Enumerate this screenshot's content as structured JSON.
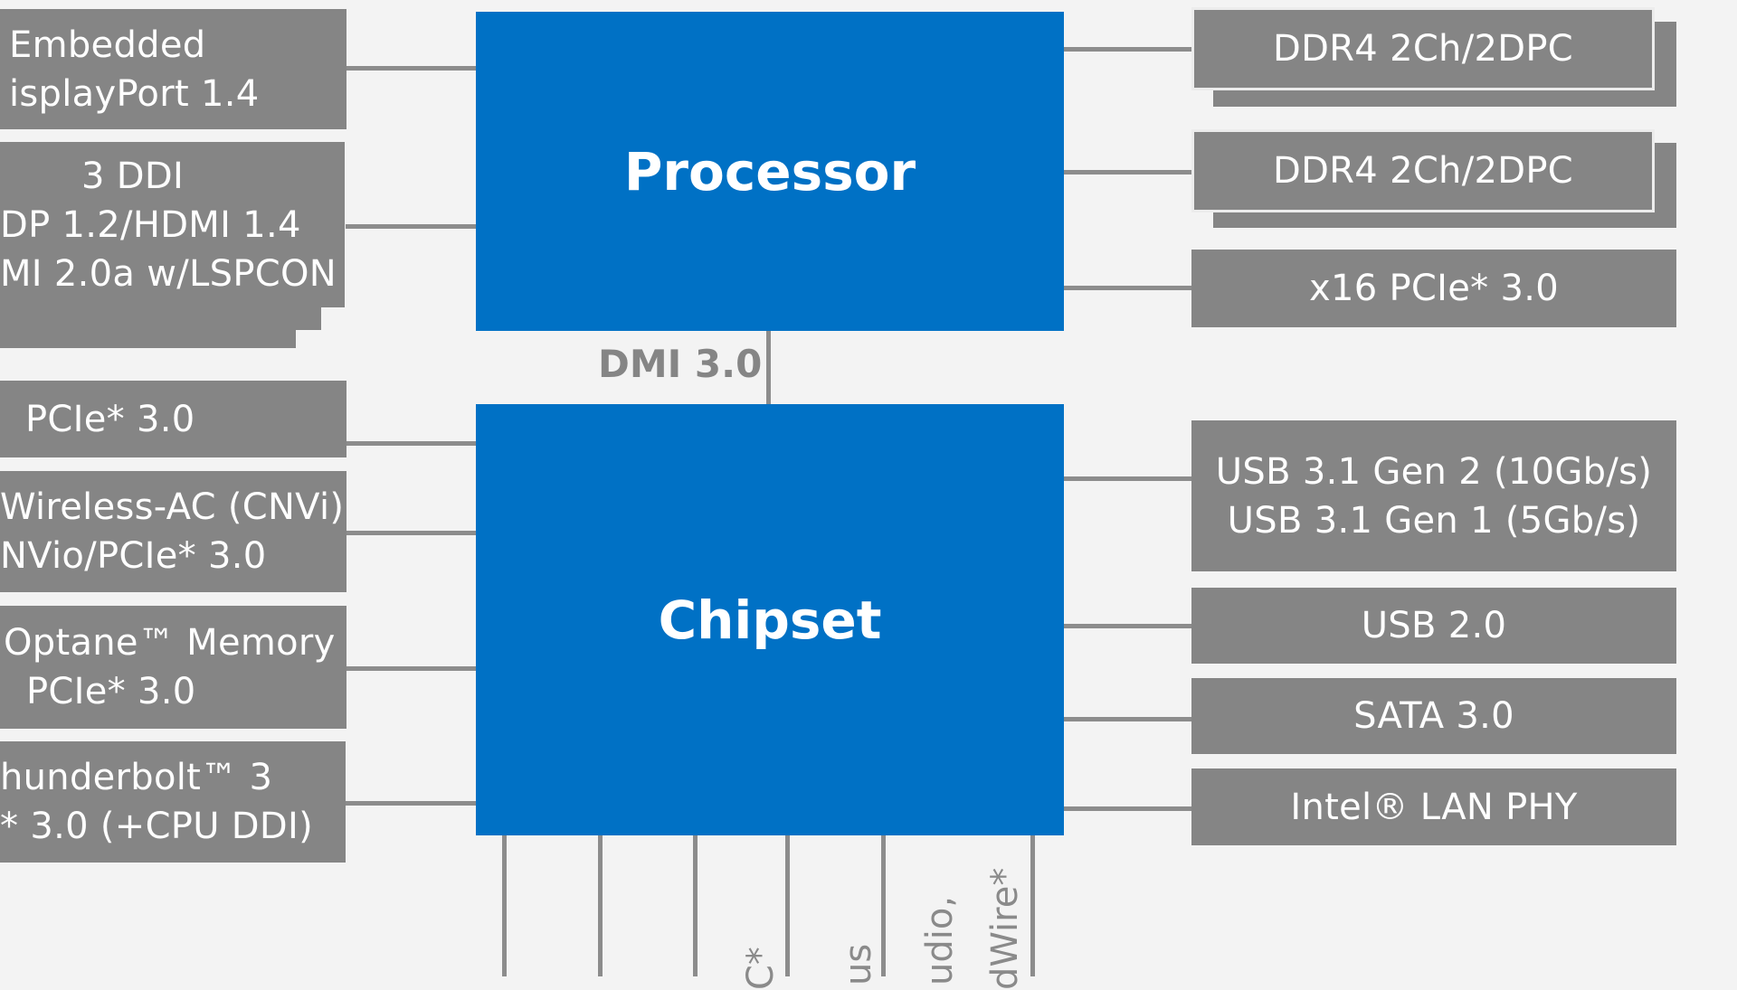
{
  "processor": {
    "label": "Processor"
  },
  "chipset": {
    "label": "Chipset"
  },
  "link": {
    "label": "DMI 3.0"
  },
  "left_blocks": [
    {
      "lines": [
        "Embedded",
        "isplayPort 1.4"
      ]
    },
    {
      "lines": [
        "3 DDI",
        "DP 1.2/HDMI 1.4",
        "MI 2.0a w/LSPCON"
      ]
    },
    {
      "lines": [
        "PCIe* 3.0"
      ]
    },
    {
      "lines": [
        "Wireless-AC (CNVi)",
        "NVio/PCIe* 3.0"
      ]
    },
    {
      "lines": [
        "Optane™ Memory",
        "PCIe* 3.0"
      ]
    },
    {
      "lines": [
        "hunderbolt™ 3",
        "* 3.0 (+CPU DDI)"
      ]
    }
  ],
  "right_blocks": [
    {
      "lines": [
        "DDR4 2Ch/2DPC"
      ]
    },
    {
      "lines": [
        "DDR4 2Ch/2DPC"
      ]
    },
    {
      "lines": [
        "x16 PCIe* 3.0"
      ]
    },
    {
      "lines": [
        "USB 3.1 Gen 2 (10Gb/s)",
        "USB 3.1 Gen 1 (5Gb/s)"
      ]
    },
    {
      "lines": [
        "USB 2.0"
      ]
    },
    {
      "lines": [
        "SATA 3.0"
      ]
    },
    {
      "lines": [
        "Intel® LAN PHY"
      ]
    }
  ],
  "bottom_labels": [
    "C*",
    "us",
    "udio,",
    "dWire*"
  ]
}
